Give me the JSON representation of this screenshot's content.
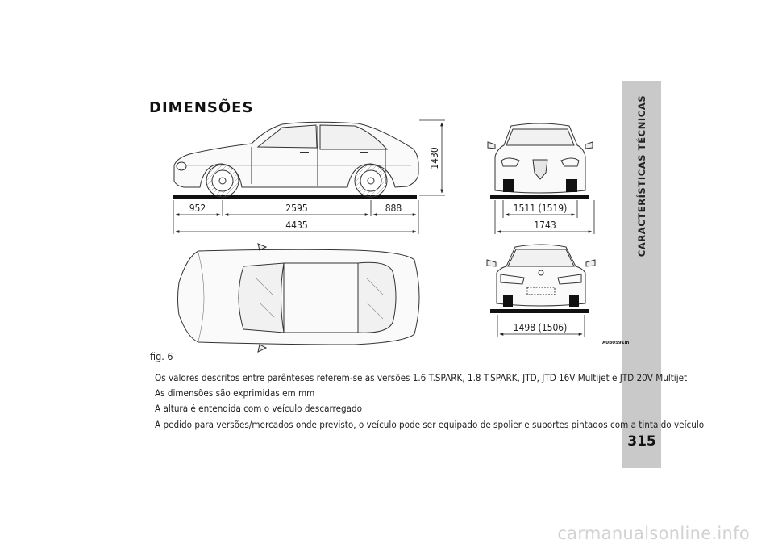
{
  "sidebar": {
    "title": "CARACTERÍSTICAS TÉCNICAS",
    "page_number": "315"
  },
  "section": {
    "title": "DIMENSÕES"
  },
  "figure": {
    "label": "fig. 6",
    "code": "A0B0591m",
    "dimensions": {
      "front_overhang": "952",
      "wheelbase": "2595",
      "rear_overhang": "888",
      "length": "4435",
      "height": "1430",
      "front_track": "1511 (1519)",
      "width": "1743",
      "rear_track": "1498 (1506)"
    }
  },
  "notes": [
    "Os valores descritos entre parênteses referem-se as versões 1.6 T.SPARK, 1.8 T.SPARK, JTD, JTD 16V Multijet e JTD 20V Multijet",
    "As dimensões são exprimidas em mm",
    "A altura é entendida com o veículo descarregado",
    "A pedido para versões/mercados onde previsto, o veículo pode ser equipado de spolier e suportes pintados com a tinta do veículo"
  ],
  "watermark": "carmanualsonline.info"
}
